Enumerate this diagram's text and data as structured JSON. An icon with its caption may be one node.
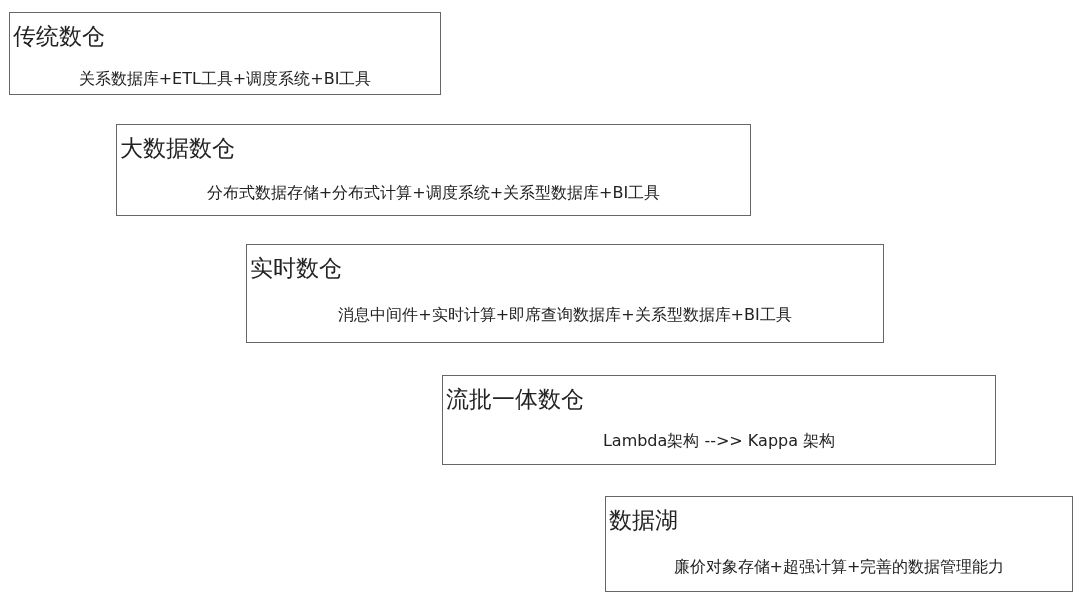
{
  "diagram": {
    "nodes": [
      {
        "text": [
          "传统数仓",
          "关系数据库+ETL工具+调度系统+BI工具"
        ]
      },
      {
        "text": [
          "大数据数仓",
          "分布式数据存储+分布式计算+调度系统+关系型数据库+BI工具"
        ]
      },
      {
        "text": [
          "实时数仓",
          "消息中间件+实时计算+即席查询数据库+关系型数据库+BI工具"
        ]
      },
      {
        "text": [
          "流批一体数仓",
          "Lambda架构 -->> Kappa 架构"
        ]
      },
      {
        "text": [
          "数据湖",
          "廉价对象存储+超强计算+完善的数据管理能力"
        ]
      }
    ]
  }
}
